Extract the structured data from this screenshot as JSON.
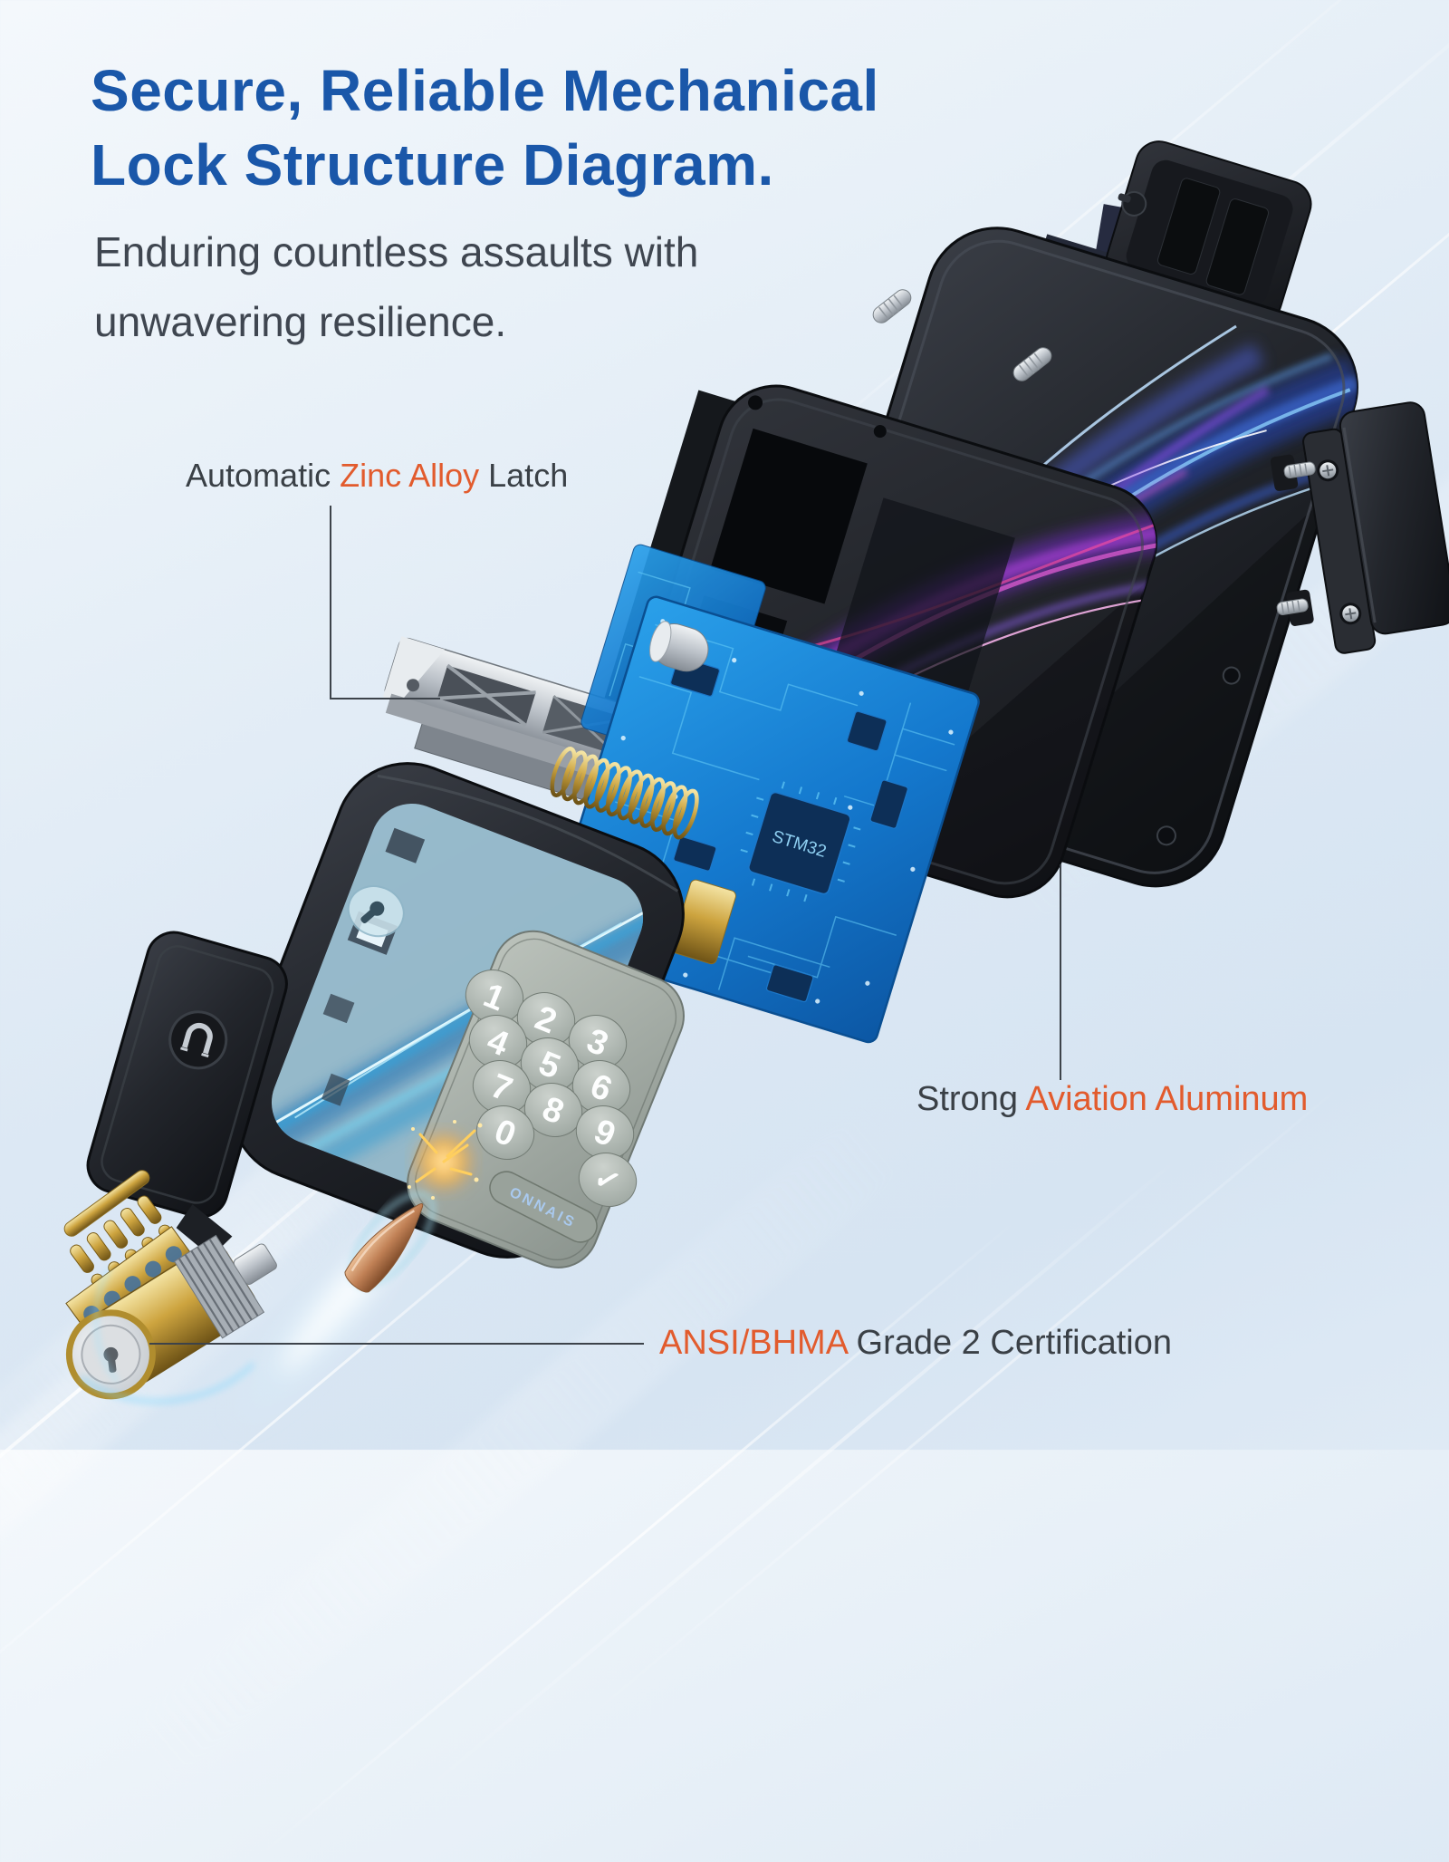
{
  "page": {
    "title_line1": "Secure, Reliable Mechanical",
    "title_line2": "Lock Structure Diagram.",
    "subtitle_line1": "Enduring countless assaults with",
    "subtitle_line2": "unwavering resilience."
  },
  "labels": {
    "latch": {
      "prefix": "Automatic ",
      "highlight": "Zinc Alloy",
      "suffix": " Latch"
    },
    "aluminum": {
      "prefix": "Strong ",
      "highlight": "Aviation Aluminum"
    },
    "certification": {
      "highlight": "ANSI/BHMA",
      "suffix": " Grade 2 Certification"
    }
  },
  "device": {
    "brand": "ONNAIS",
    "chip_label": "STM32",
    "keypad_keys": [
      "1",
      "2",
      "3",
      "4",
      "5",
      "6",
      "7",
      "8",
      "9",
      "0",
      "✓"
    ]
  },
  "colors": {
    "title_blue": "#1a57a9",
    "accent_orange": "#e25b2d",
    "text_dark": "#3a4046",
    "leader_line": "#3d434a",
    "pcb_blue": "#1787d8",
    "brand_text_blue": "#a9c9ee",
    "background_top": "#f4f8fc",
    "background_bottom": "#d6e4f2"
  }
}
